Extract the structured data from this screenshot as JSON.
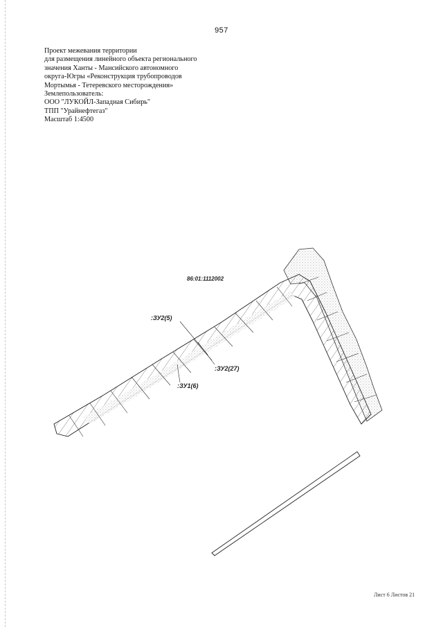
{
  "page_number": "957",
  "header": {
    "lines": [
      "Проект межевания территории",
      "для размещения линейного объекта регионального",
      "значения Ханты - Мансийского автономного",
      "округа-Югры «Реконструкция трубопроводов",
      "Мортымья - Тетеревского месторождения»",
      "Землепользователь:",
      "ООО \"ЛУКОЙЛ-Западная Сибирь\"",
      "ТПП \"Урайнефтегаз\"",
      "Масштаб 1:4500"
    ]
  },
  "map": {
    "cadastral_number": "86:01:1112002",
    "parcel_labels": [
      ":ЗУ2(5)",
      ":ЗУ2(27)",
      ":ЗУ1(6)"
    ]
  },
  "footer": {
    "sheet_info": "Лист 6 Листов 21"
  }
}
